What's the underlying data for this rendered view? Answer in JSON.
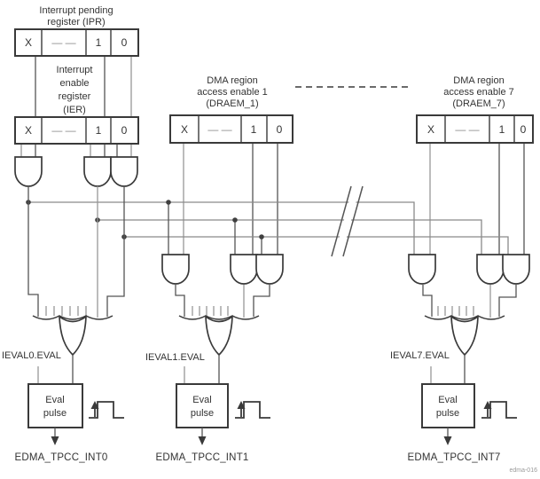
{
  "registers": {
    "ipr": {
      "title": [
        "Interrupt pending",
        "register (IPR)"
      ],
      "cells": [
        "X",
        "— —",
        "1",
        "0"
      ]
    },
    "ier": {
      "title": [
        "Interrupt",
        "enable",
        "register",
        "(IER)"
      ],
      "cells": [
        "X",
        "— —",
        "1",
        "0"
      ]
    },
    "draem1": {
      "title": [
        "DMA region",
        "access enable 1",
        "(DRAEM_1)"
      ],
      "cells": [
        "X",
        "— —",
        "1",
        "0"
      ]
    },
    "draem7": {
      "title": [
        "DMA region",
        "access enable 7",
        "(DRAEM_7)"
      ],
      "cells": [
        "X",
        "— —",
        "1",
        "0"
      ]
    }
  },
  "groups": [
    {
      "eval_signal": "IEVAL0.EVAL",
      "block_line1": "Eval",
      "block_line2": "pulse",
      "output": "EDMA_TPCC_INT0"
    },
    {
      "eval_signal": "IEVAL1.EVAL",
      "block_line1": "Eval",
      "block_line2": "pulse",
      "output": "EDMA_TPCC_INT1"
    },
    {
      "eval_signal": "IEVAL7.EVAL",
      "block_line1": "Eval",
      "block_line2": "pulse",
      "output": "EDMA_TPCC_INT7"
    }
  ],
  "figure_id": "edma-016"
}
